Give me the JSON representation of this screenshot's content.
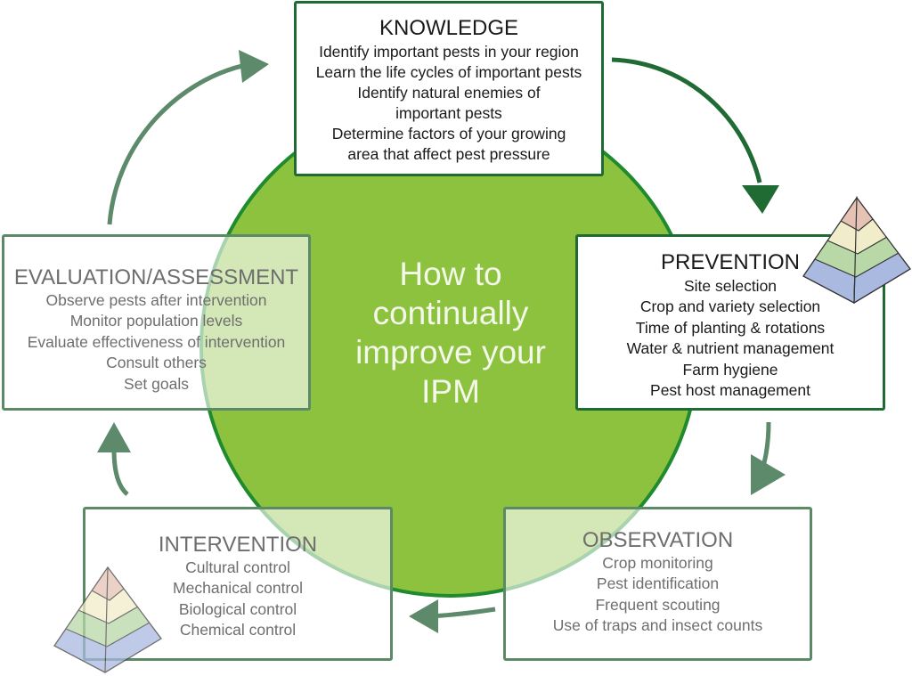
{
  "colors": {
    "circle_fill": "#8dc23f",
    "circle_stroke": "#1f8a2e",
    "strong_border": "#1f6b33",
    "faded_border": "#5c8a66",
    "arrow_dark": "#1f6b33",
    "arrow_muted": "#5c8a6a",
    "pyramid": [
      "#e6c2b5",
      "#f1edca",
      "#b9d8a8",
      "#a9b9e0"
    ]
  },
  "center": {
    "lines": [
      "How to",
      "continually",
      "improve your",
      "IPM"
    ]
  },
  "stages": {
    "knowledge": {
      "title": "KNOWLEDGE",
      "lines": [
        "Identify important pests in your region",
        "Learn the life cycles of important pests",
        "Identify natural enemies of",
        "important pests",
        "Determine factors of your growing",
        "area that affect pest pressure"
      ]
    },
    "prevention": {
      "title": "PREVENTION",
      "lines": [
        "Site selection",
        "Crop and variety selection",
        "Time of planting & rotations",
        "Water & nutrient management",
        "Farm hygiene",
        "Pest host management"
      ]
    },
    "observation": {
      "title": "OBSERVATION",
      "lines": [
        "Crop monitoring",
        "Pest identification",
        "Frequent scouting",
        "Use of traps and insect counts"
      ]
    },
    "intervention": {
      "title": "INTERVENTION",
      "lines": [
        "Cultural control",
        "Mechanical control",
        "Biological control",
        "Chemical control"
      ]
    },
    "evaluation": {
      "title": "EVALUATION/ASSESSMENT",
      "lines": [
        "Observe pests after intervention",
        "Monitor population levels",
        "Evaluate effectiveness of intervention",
        "Consult others",
        "Set goals"
      ]
    }
  },
  "icons": {
    "prevention_pyramid": "pyramid-icon",
    "intervention_pyramid": "pyramid-icon"
  }
}
